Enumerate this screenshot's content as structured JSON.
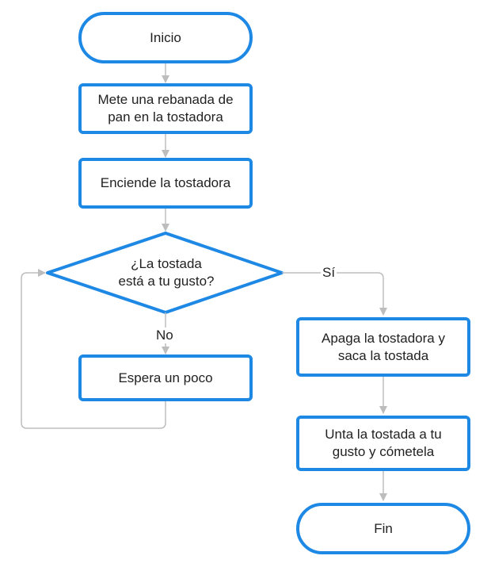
{
  "flowchart": {
    "nodes": {
      "start": "Inicio",
      "insert_bread": "Mete una rebanada de\npan en la tostadora",
      "turn_on": "Enciende la tostadora",
      "decision": "¿La tostada\nestá a tu gusto?",
      "wait": "Espera un poco",
      "turn_off": "Apaga la tostadora y\nsaca la tostada",
      "spread": "Unta la tostada a tu\ngusto y cómetela",
      "end": "Fin"
    },
    "edge_labels": {
      "yes": "Sí",
      "no": "No"
    },
    "colors": {
      "node_border": "#1e88e5",
      "connector": "#bdbdbd"
    }
  }
}
